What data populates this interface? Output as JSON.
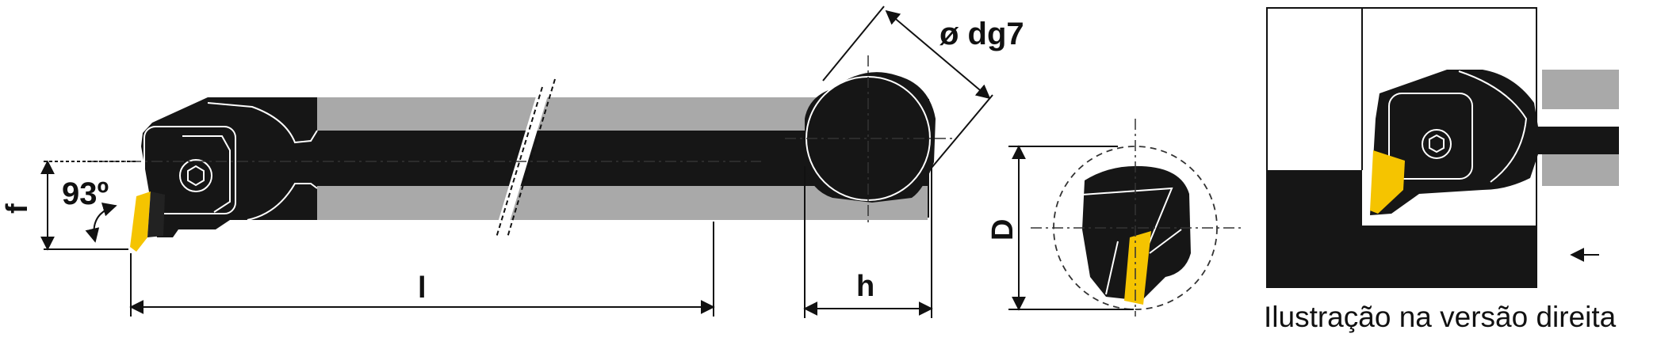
{
  "labels": {
    "f": "f",
    "angle": "93º",
    "l": "l",
    "diameter": "ø dg7",
    "h": "h",
    "D": "D"
  },
  "caption": "Ilustração na versão direita",
  "colors": {
    "steel": "#161616",
    "shank_flat": "#a9a9a9",
    "insert": "#f5c400",
    "outline": "#111111"
  },
  "icons": [
    "hex-socket-screw-icon",
    "arrow-left-icon",
    "break-mark-icon"
  ]
}
